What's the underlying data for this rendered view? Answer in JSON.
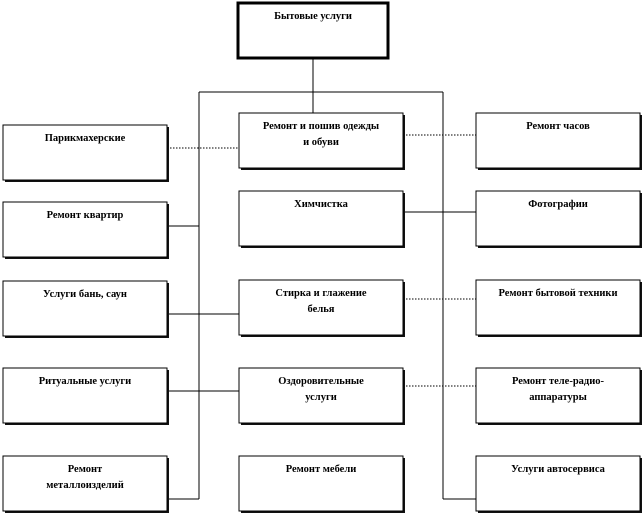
{
  "root": {
    "lines": [
      "Бытовые услуги"
    ]
  },
  "center": [
    {
      "id": "c1",
      "lines": [
        "Ремонт и пошив одежды",
        "и обуви"
      ]
    },
    {
      "id": "c2",
      "lines": [
        "Химчистка"
      ]
    },
    {
      "id": "c3",
      "lines": [
        "Стирка и глажение",
        "белья"
      ]
    },
    {
      "id": "c4",
      "lines": [
        "Оздоровительные",
        "услуги"
      ]
    },
    {
      "id": "c5",
      "lines": [
        "Ремонт мебели"
      ]
    }
  ],
  "left": [
    {
      "id": "l1",
      "lines": [
        "Парикмахерские"
      ]
    },
    {
      "id": "l2",
      "lines": [
        "Ремонт квартир"
      ]
    },
    {
      "id": "l3",
      "lines": [
        "Услуги бань, саун"
      ]
    },
    {
      "id": "l4",
      "lines": [
        "Ритуальные  услуги"
      ]
    },
    {
      "id": "l5",
      "lines": [
        "Ремонт",
        "металлоизделий"
      ]
    }
  ],
  "right": [
    {
      "id": "r1",
      "lines": [
        "Ремонт часов"
      ]
    },
    {
      "id": "r2",
      "lines": [
        "Фотографии"
      ]
    },
    {
      "id": "r3",
      "lines": [
        "Ремонт бытовой техники"
      ]
    },
    {
      "id": "r4",
      "lines": [
        "Ремонт теле-радио-",
        "аппаратуры"
      ]
    },
    {
      "id": "r5",
      "lines": [
        "Услуги автосервиса"
      ]
    }
  ]
}
